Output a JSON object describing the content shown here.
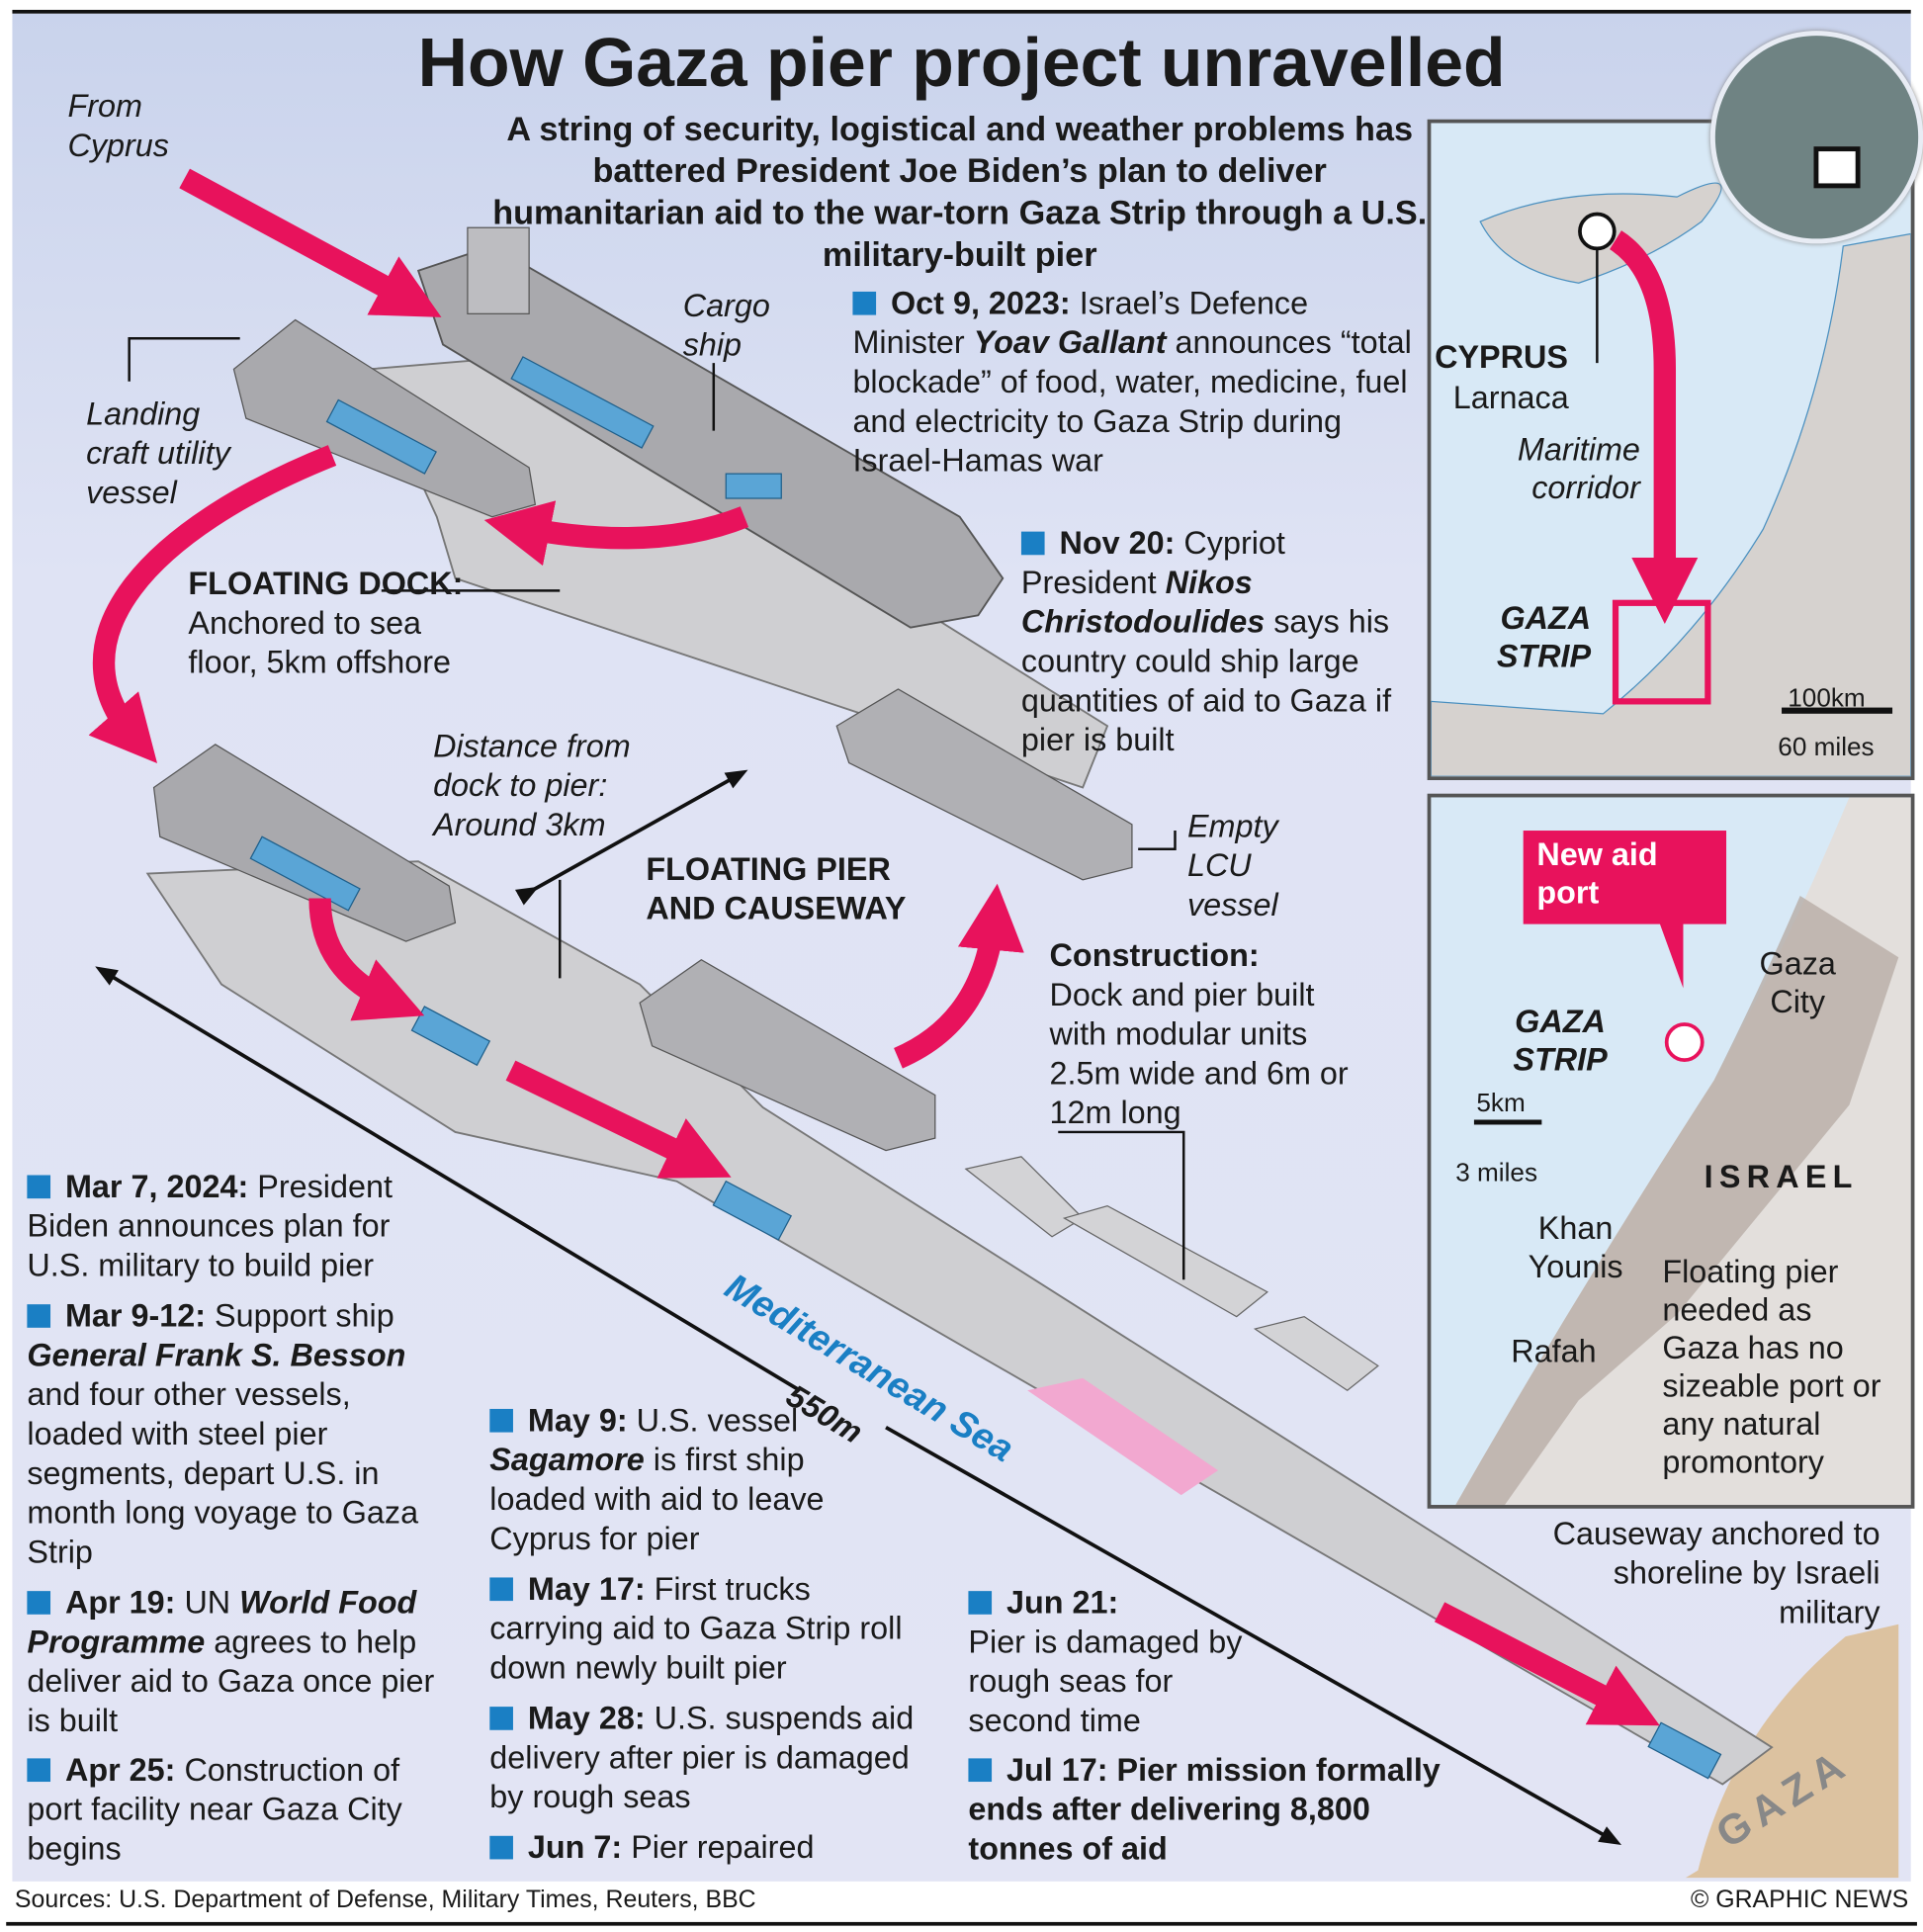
{
  "title": "How Gaza pier project unravelled",
  "subtitle": "A string of security, logistical and weather problems has battered President Joe Biden’s plan to deliver humanitarian aid to the war-torn Gaza Strip through a U.S. military-built pier",
  "colors": {
    "accent": "#e8125c",
    "bullet": "#1a7fc4",
    "sea": "#d8e9f6",
    "land": "#d6d2cf",
    "background": "#dfe3f4"
  },
  "diagram": {
    "from_cyprus": "From Cyprus",
    "cargo_ship": "Cargo ship",
    "landing_craft": "Landing craft utility vessel",
    "floating_dock_title": "FLOATING DOCK:",
    "floating_dock_text": "Anchored to sea floor, 5km offshore",
    "distance": "Distance from dock to pier: Around 3km",
    "floating_pier": "FLOATING PIER AND CAUSEWAY",
    "empty_lcu": "Empty LCU vessel",
    "construction_title": "Construction:",
    "construction_text": "Dock and pier built with modular units 2.5m wide and 6m or 12m long",
    "sea": "Mediterranean Sea",
    "length": "550m",
    "gaza": "GAZA",
    "causeway": "Causeway anchored to shoreline by Israeli military"
  },
  "timeline": {
    "oct9": {
      "date": "Oct 9, 2023:",
      "a": "Israel’s Defence Minister ",
      "name": "Yoav Gallant",
      "b": " announces “total blockade” of food, water, medicine, fuel and electricity to Gaza Strip during Israel-Hamas war"
    },
    "nov20": {
      "date": "Nov 20:",
      "a": "Cypriot President ",
      "name": "Nikos Christodoulides",
      "b": " says his country could ship large quantities of aid to Gaza if pier is built"
    },
    "mar7": {
      "date": "Mar 7, 2024:",
      "a": "President Biden announces plan for U.S. military to build pier"
    },
    "mar9": {
      "date": "Mar 9-12:",
      "a": "Support ship ",
      "name": "General Frank S. Besson",
      "b": " and four other vessels, loaded with steel pier segments, depart U.S. in month long voyage to Gaza Strip"
    },
    "apr19": {
      "date": "Apr 19:",
      "a": "UN ",
      "name": "World Food Programme",
      "b": " agrees to help deliver aid to Gaza once pier is built"
    },
    "apr25": {
      "date": "Apr 25:",
      "a": "Construction of port facility near Gaza City begins"
    },
    "may9": {
      "date": "May 9:",
      "a": "U.S. vessel ",
      "name": "Sagamore",
      "b": " is first ship loaded with aid to leave Cyprus for pier"
    },
    "may17": {
      "date": "May 17:",
      "a": "First trucks carrying aid to Gaza Strip roll down newly built pier"
    },
    "may28": {
      "date": "May 28:",
      "a": "U.S. suspends aid delivery after pier is damaged by rough seas"
    },
    "jun7": {
      "date": "Jun 7:",
      "a": "Pier repaired"
    },
    "jun21": {
      "date": "Jun 21:",
      "a": "Pier is damaged by rough seas for second time"
    },
    "jul17": {
      "date": "Jul 17:",
      "a": "Pier mission formally ends after delivering 8,800 tonnes of aid"
    }
  },
  "map1": {
    "cyprus": "CYPRUS",
    "larnaca": "Larnaca",
    "corridor": "Maritime corridor",
    "gaza_strip": "GAZA STRIP",
    "scale_km": "100km",
    "scale_mi": "60 miles"
  },
  "map2": {
    "new_port": "New aid port",
    "gaza_city": "Gaza City",
    "gaza_strip": "GAZA STRIP",
    "scale_km": "5km",
    "scale_mi": "3 miles",
    "israel": "ISRAEL",
    "khan_younis": "Khan Younis",
    "rafah": "Rafah",
    "note": "Floating pier needed as Gaza has no sizeable port or any natural promontory"
  },
  "footer": {
    "sources": "Sources: U.S. Department of Defense, Military Times, Reuters, BBC",
    "copyright": "© GRAPHIC NEWS"
  }
}
